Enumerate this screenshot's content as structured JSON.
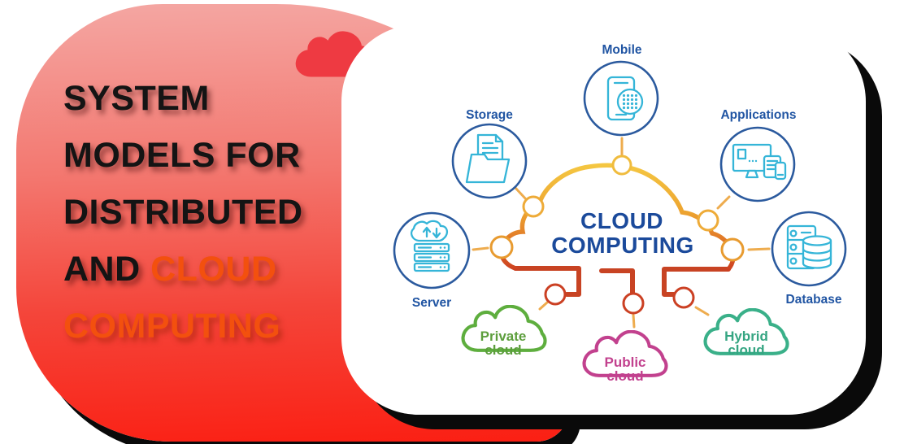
{
  "title": {
    "line1": "SYSTEM",
    "line2": "MODELS FOR",
    "line3": "DISTRIBUTED",
    "line4_black": "AND",
    "line4_accent": "CLOUD",
    "line5": "COMPUTING"
  },
  "diagram": {
    "center": {
      "line1": "CLOUD",
      "line2": "COMPUTING"
    },
    "items": {
      "mobile": {
        "label": "Mobile"
      },
      "storage": {
        "label": "Storage"
      },
      "applications": {
        "label": "Applications"
      },
      "server": {
        "label": "Server"
      },
      "database": {
        "label": "Database"
      }
    },
    "clouds": {
      "private": {
        "line1": "Private",
        "line2": "cloud"
      },
      "public": {
        "line1": "Public",
        "line2": "cloud"
      },
      "hybrid": {
        "line1": "Hybrid",
        "line2": "cloud"
      }
    }
  },
  "colors": {
    "panel_top": "#f4a7a3",
    "panel_bottom": "#fb1f13",
    "accent_orange": "#f3500e",
    "title_black": "#141414",
    "label_blue": "#2155a3",
    "center_blue": "#1b4a9b",
    "icon_cyan": "#35b5d8",
    "circle_blue": "#2b5a9e",
    "cloud_gold": "#f2bb3d",
    "cloud_red": "#c84323",
    "connector_orange": "#eeac4e",
    "private_green": "#5eae3e",
    "public_magenta": "#c2418e",
    "hybrid_teal": "#3ab089",
    "deco_cloud_red": "#ee3a42"
  }
}
